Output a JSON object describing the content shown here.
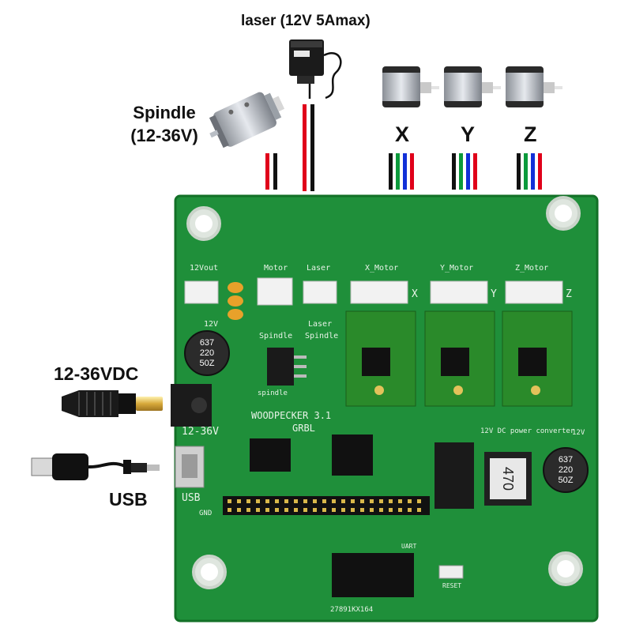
{
  "labels": {
    "laser": "laser (12V 5Amax)",
    "spindle_line1": "Spindle",
    "spindle_line2": "(12-36V)",
    "axis_x": "X",
    "axis_y": "Y",
    "axis_z": "Z",
    "power_input": "12-36VDC",
    "usb": "USB"
  },
  "board": {
    "header_12vout": "12Vout",
    "header_motor": "Motor",
    "header_laser": "Laser",
    "header_x_motor": "X_Motor",
    "header_y_motor": "Y_Motor",
    "header_z_motor": "Z_Motor",
    "silk_12v": "12V",
    "silk_spindle": "Spindle",
    "silk_laser": "Laser",
    "silk_spindle2": "Spindle",
    "silk_spindle_small": "spindle",
    "title": "WOODPECKER 3.1",
    "subtitle": "GRBL",
    "silk_12_36v": "12-36V",
    "silk_usb": "USB",
    "silk_gnd": "GND",
    "silk_uart": "UART",
    "silk_reset": "RESET",
    "power_converter": "12V DC power converter",
    "serial": "27891KX164",
    "cap_left": [
      "637",
      "220",
      "50Z"
    ],
    "cap_right": [
      "637",
      "220",
      "50Z"
    ],
    "inductor": "470",
    "axis_silk_x": "X",
    "axis_silk_y": "Y",
    "axis_silk_z": "Z",
    "silk_12v_right": "12V"
  },
  "colors": {
    "pcb": "#1f8f3a",
    "wire_red": "#e0001a",
    "wire_black": "#111111",
    "wire_green": "#0c9a3c",
    "wire_blue": "#1230d8"
  }
}
